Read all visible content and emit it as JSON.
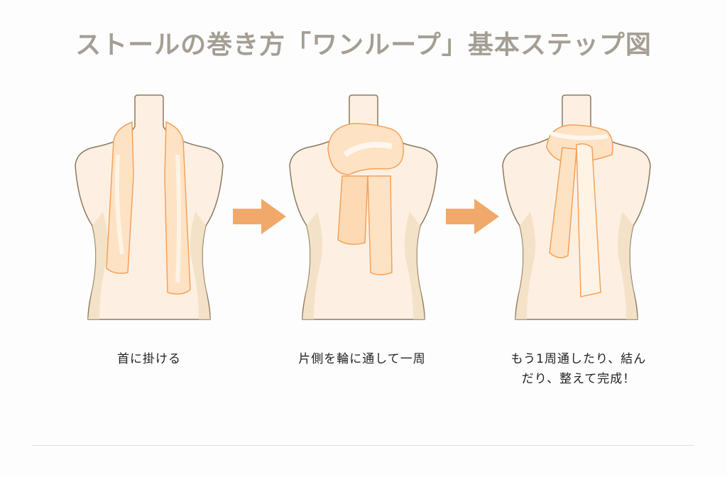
{
  "title": "ストールの巻き方「ワンループ」基本ステップ図",
  "steps": [
    {
      "step": 1,
      "caption": "首に掛ける",
      "illustration": "mannequin-stole-draped"
    },
    {
      "step": 2,
      "caption": "片側を輪に通して一周",
      "illustration": "mannequin-stole-looped"
    },
    {
      "step": 3,
      "caption_line1": "もう1周通したり、結ん",
      "caption_line2": "だり、整えて完成！",
      "illustration": "mannequin-stole-finished"
    }
  ],
  "arrows": [
    {
      "icon": "right-arrow-icon",
      "from": 1,
      "to": 2
    },
    {
      "icon": "right-arrow-icon",
      "from": 2,
      "to": 3
    }
  ],
  "colors": {
    "title": "#a49e94",
    "mannequin_fill": "#fdf0e2",
    "mannequin_shadow": "#f0dcbe",
    "mannequin_outline": "#8a7a60",
    "stole_fill": "#fde2c4",
    "stole_outline": "#f5a15a",
    "arrow": "#f0a96a",
    "divider": "#e2e2e2"
  }
}
